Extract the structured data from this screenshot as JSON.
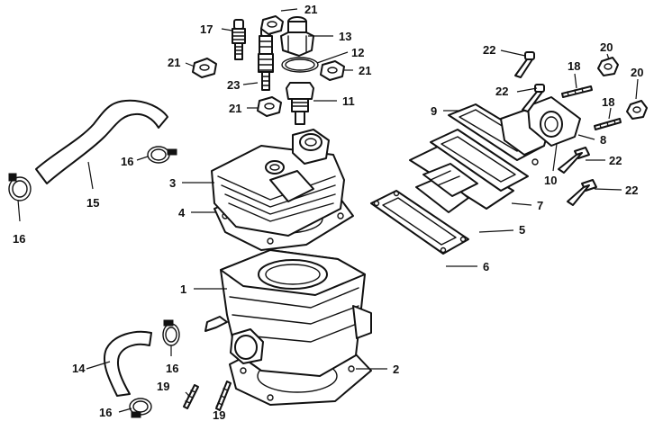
{
  "diagram": {
    "labels": [
      {
        "id": "1",
        "text": "1"
      },
      {
        "id": "2",
        "text": "2"
      },
      {
        "id": "3",
        "text": "3"
      },
      {
        "id": "4",
        "text": "4"
      },
      {
        "id": "5",
        "text": "5"
      },
      {
        "id": "6",
        "text": "6"
      },
      {
        "id": "7",
        "text": "7"
      },
      {
        "id": "8",
        "text": "8"
      },
      {
        "id": "9",
        "text": "9"
      },
      {
        "id": "10",
        "text": "10"
      },
      {
        "id": "11",
        "text": "11"
      },
      {
        "id": "12",
        "text": "12"
      },
      {
        "id": "13",
        "text": "13"
      },
      {
        "id": "14",
        "text": "14"
      },
      {
        "id": "15",
        "text": "15"
      },
      {
        "id": "16a",
        "text": "16"
      },
      {
        "id": "16b",
        "text": "16"
      },
      {
        "id": "16c",
        "text": "16"
      },
      {
        "id": "16d",
        "text": "16"
      },
      {
        "id": "17",
        "text": "17"
      },
      {
        "id": "18a",
        "text": "18"
      },
      {
        "id": "18b",
        "text": "18"
      },
      {
        "id": "19a",
        "text": "19"
      },
      {
        "id": "19b",
        "text": "19"
      },
      {
        "id": "20a",
        "text": "20"
      },
      {
        "id": "20b",
        "text": "20"
      },
      {
        "id": "21a",
        "text": "21"
      },
      {
        "id": "21b",
        "text": "21"
      },
      {
        "id": "21c",
        "text": "21"
      },
      {
        "id": "21d",
        "text": "21"
      },
      {
        "id": "22a",
        "text": "22"
      },
      {
        "id": "22b",
        "text": "22"
      },
      {
        "id": "22c",
        "text": "22"
      },
      {
        "id": "22d",
        "text": "22"
      },
      {
        "id": "23",
        "text": "23"
      }
    ]
  }
}
